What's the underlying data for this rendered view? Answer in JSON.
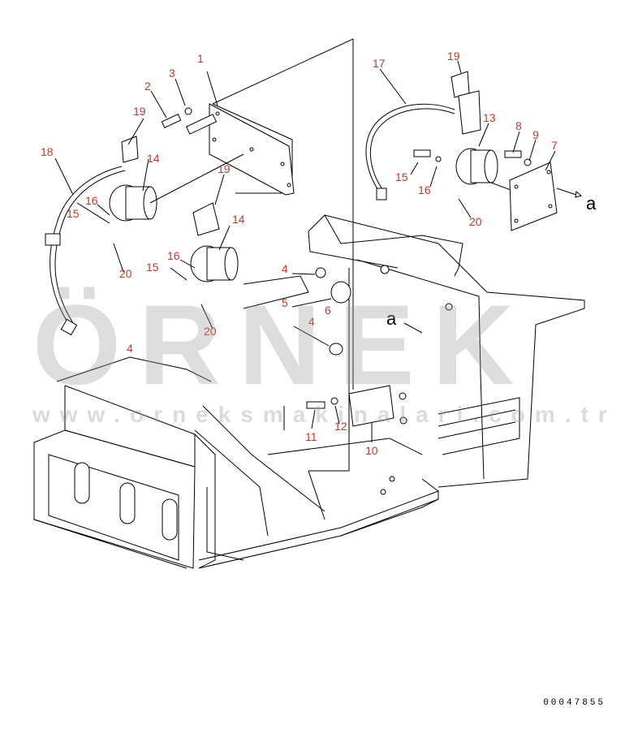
{
  "watermark": {
    "brand": "ÖRNEK",
    "url": "www.orneksmakinalari.com.tr"
  },
  "drawing_code": "00047855",
  "view_marker": "a",
  "part_labels": {
    "p1": "1",
    "p2": "2",
    "p3": "3",
    "p4a": "4",
    "p4b": "4",
    "p4c": "4",
    "p5": "5",
    "p6": "6",
    "p7": "7",
    "p8": "8",
    "p9": "9",
    "p10": "10",
    "p11": "11",
    "p12": "12",
    "p13": "13",
    "p14a": "14",
    "p14b": "14",
    "p15a": "15",
    "p15b": "15",
    "p15c": "15",
    "p16a": "16",
    "p16b": "16",
    "p16c": "16",
    "p17": "17",
    "p18": "18",
    "p19a": "19",
    "p19b": "19",
    "p19c": "19",
    "p20a": "20",
    "p20b": "20",
    "p20c": "20"
  },
  "colors": {
    "label": "#c0392b",
    "line": "#000000",
    "watermark": "#969696"
  }
}
